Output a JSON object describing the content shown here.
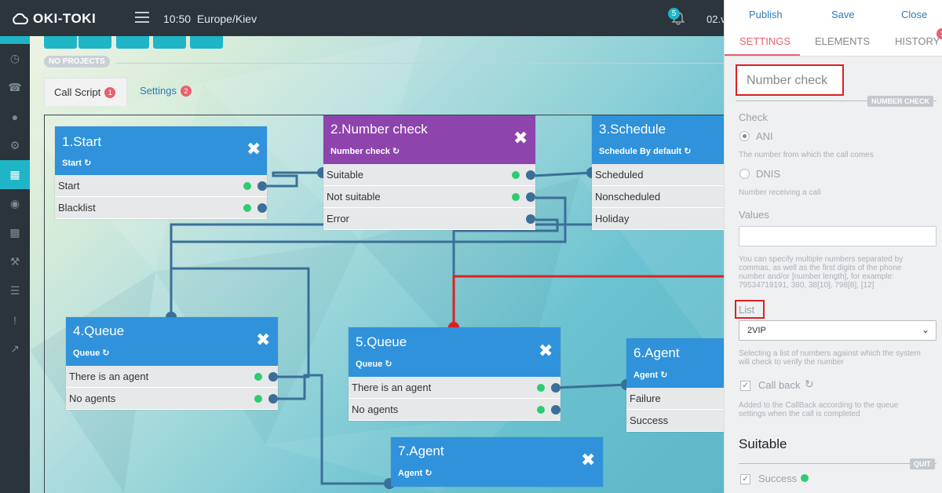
{
  "topbar": {
    "logo": "OKI-TOKI",
    "time": "10:50",
    "timezone": "Europe/Kiev",
    "notif_count": "5",
    "user_fragment": "02.v"
  },
  "sidebar": {
    "items": [
      "clock-icon",
      "phone-icon",
      "chat-icon",
      "gears-icon",
      "grid-icon",
      "toggle-icon",
      "bar-chart-icon",
      "wrench-icon",
      "list-icon",
      "alert-icon",
      "line-chart-icon"
    ]
  },
  "canvas": {
    "no_projects": "NO PROJECTS",
    "tabs": [
      {
        "label": "Call Script",
        "badge": "1"
      },
      {
        "label": "Settings",
        "badge": "2"
      }
    ]
  },
  "nodes": {
    "start": {
      "title": "1.Start",
      "sub": "Start",
      "rows": [
        "Start",
        "Blacklist"
      ]
    },
    "number_check": {
      "title": "2.Number check",
      "sub": "Number check",
      "rows": [
        "Suitable",
        "Not suitable",
        "Error"
      ]
    },
    "schedule": {
      "title": "3.Schedule",
      "sub": "Schedule By default",
      "rows": [
        "Scheduled",
        "Nonscheduled",
        "Holiday"
      ]
    },
    "queue4": {
      "title": "4.Queue",
      "sub": "Queue",
      "rows": [
        "There is an agent",
        "No agents"
      ]
    },
    "queue5": {
      "title": "5.Queue",
      "sub": "Queue",
      "rows": [
        "There is an agent",
        "No agents"
      ]
    },
    "agent6": {
      "title": "6.Agent",
      "sub": "Agent",
      "rows": [
        "Failure",
        "Success"
      ]
    },
    "agent7": {
      "title": "7.Agent",
      "sub": "Agent",
      "rows": []
    }
  },
  "panel": {
    "publish": "Publish",
    "save": "Save",
    "close": "Close",
    "tabs": [
      "SETTINGS",
      "ELEMENTS",
      "HISTORY"
    ],
    "history_badge": "1",
    "name_value": "Number check",
    "name_tag": "NUMBER CHECK",
    "check_label": "Check",
    "ani": "ANI",
    "ani_help": "The number from which the call comes",
    "dnis": "DNIS",
    "dnis_help": "Number receiving a call",
    "values_label": "Values",
    "values_help_1": "You can specify multiple numbers separated by",
    "values_help_2": "commas, as well as the first digits of the phone",
    "values_help_3": "number and/or [number length], for example:",
    "values_help_4": "79534719191, 380, 38[10], 798[8], [12]",
    "list_label": "List",
    "list_value": "2VIP",
    "list_help_1": "Selecting a list of numbers against which the system",
    "list_help_2": "will check to verify the number",
    "callback_label": "Call back",
    "callback_help_1": "Added to the CallBack according to the queue",
    "callback_help_2": "settings when the call is completed",
    "suitable_title": "Suitable",
    "quit_tag": "QUIT",
    "success_label": "Success"
  },
  "colors": {
    "accent": "#1fb5c6",
    "node_blue": "#2f92db",
    "node_purple": "#8e44ad",
    "connector": "#3a6f98",
    "highlight_red": "#e02020",
    "badge_red": "#e8616d"
  }
}
